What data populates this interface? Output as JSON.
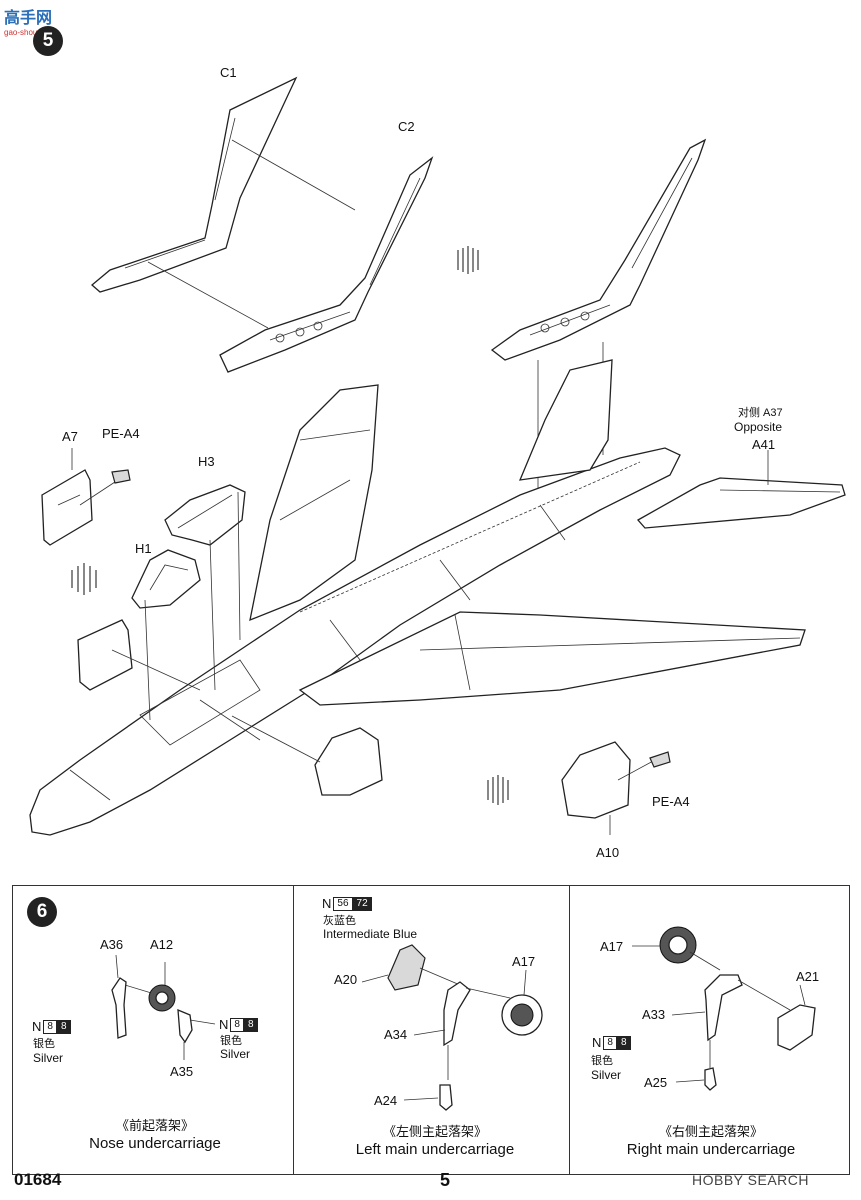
{
  "watermark": {
    "site_cn": "高手网",
    "site_url": "gao-shou.com"
  },
  "step5": {
    "number": "5",
    "labels": {
      "c1": "C1",
      "c2": "C2",
      "a7": "A7",
      "pe_a4_left": "PE-A4",
      "h3": "H3",
      "h1": "H1",
      "a37_cn": "对侧 A37",
      "a37_en": "Opposite",
      "a41": "A41",
      "pe_a4_right": "PE-A4",
      "a10": "A10"
    }
  },
  "step6": {
    "number": "6",
    "nose": {
      "labels": {
        "a36": "A36",
        "a12": "A12",
        "a35": "A35"
      },
      "paint_left": {
        "prefix": "N",
        "code_white": "8",
        "code_black": "8",
        "name_cn": "银色",
        "name_en": "Silver"
      },
      "paint_right": {
        "prefix": "N",
        "code_white": "8",
        "code_black": "8",
        "name_cn": "银色",
        "name_en": "Silver"
      },
      "caption_cn": "《前起落架》",
      "caption_en": "Nose undercarriage"
    },
    "left_main": {
      "paint": {
        "prefix": "N",
        "code_white": "56",
        "code_black": "72",
        "name_cn": "灰蓝色",
        "name_en": "Intermediate Blue"
      },
      "labels": {
        "a20": "A20",
        "a17": "A17",
        "a34": "A34",
        "a24": "A24"
      },
      "caption_cn": "《左侧主起落架》",
      "caption_en": "Left main undercarriage"
    },
    "right_main": {
      "labels": {
        "a17": "A17",
        "a21": "A21",
        "a33": "A33",
        "a25": "A25"
      },
      "paint": {
        "prefix": "N",
        "code_white": "8",
        "code_black": "8",
        "name_cn": "银色",
        "name_en": "Silver"
      },
      "caption_cn": "《右侧主起落架》",
      "caption_en": "Right main undercarriage"
    }
  },
  "footer": {
    "kit_code": "01684",
    "page": "5",
    "brand": "HOBBY SEARCH"
  }
}
